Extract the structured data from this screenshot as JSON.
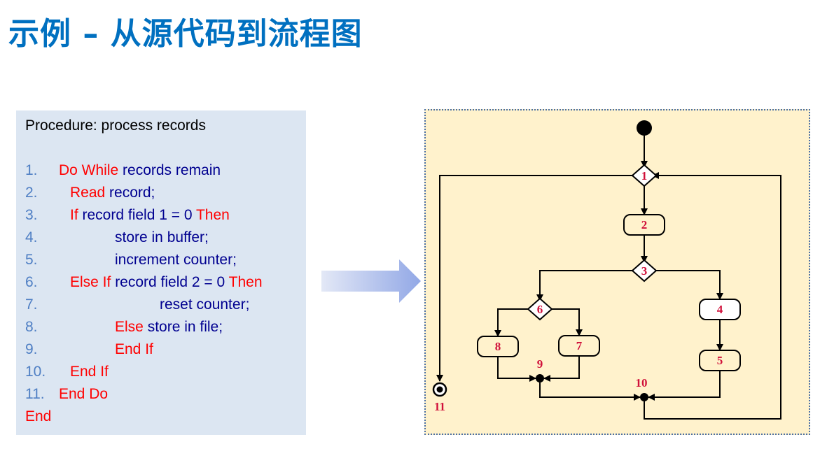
{
  "title": "示例 – 从源代码到流程图",
  "code": {
    "header": "Procedure: process records",
    "lines": [
      {
        "num": "1.",
        "indent": 0,
        "parts": [
          {
            "t": "kw",
            "s": "Do While"
          },
          {
            "t": "tx",
            "s": " records remain"
          }
        ]
      },
      {
        "num": "2.",
        "indent": 1,
        "parts": [
          {
            "t": "kw",
            "s": "Read"
          },
          {
            "t": "tx",
            "s": " record;"
          }
        ]
      },
      {
        "num": "3.",
        "indent": 1,
        "parts": [
          {
            "t": "kw",
            "s": "If"
          },
          {
            "t": "tx",
            "s": " record field 1 = 0 "
          },
          {
            "t": "kw",
            "s": "Then"
          }
        ]
      },
      {
        "num": "4.",
        "indent": 2,
        "parts": [
          {
            "t": "tx",
            "s": "store in buffer;"
          }
        ]
      },
      {
        "num": "5.",
        "indent": 2,
        "parts": [
          {
            "t": "tx",
            "s": "increment counter;"
          }
        ]
      },
      {
        "num": "6.",
        "indent": 1,
        "parts": [
          {
            "t": "kw",
            "s": "Else If"
          },
          {
            "t": "tx",
            "s": " record field 2 = 0 "
          },
          {
            "t": "kw",
            "s": "Then"
          }
        ]
      },
      {
        "num": "7.",
        "indent": 3,
        "parts": [
          {
            "t": "tx",
            "s": "reset counter;"
          }
        ]
      },
      {
        "num": "8.",
        "indent": 2,
        "parts": [
          {
            "t": "kw",
            "s": "Else"
          },
          {
            "t": "tx",
            "s": " store in file;"
          }
        ]
      },
      {
        "num": "9.",
        "indent": 2,
        "parts": [
          {
            "t": "kw",
            "s": "End If"
          }
        ]
      },
      {
        "num": "10.",
        "indent": 1,
        "parts": [
          {
            "t": "kw",
            "s": "End If"
          }
        ]
      },
      {
        "num": "11.",
        "indent": 0,
        "parts": [
          {
            "t": "kw",
            "s": "End Do"
          }
        ]
      },
      {
        "num": "",
        "indent": -1,
        "parts": [
          {
            "t": "kw",
            "s": "End"
          }
        ]
      }
    ]
  },
  "flowchart": {
    "nodes": [
      {
        "id": "start",
        "type": "start",
        "label": ""
      },
      {
        "id": "1",
        "type": "decision",
        "label": "1"
      },
      {
        "id": "2",
        "type": "process",
        "label": "2"
      },
      {
        "id": "3",
        "type": "decision",
        "label": "3"
      },
      {
        "id": "4",
        "type": "process",
        "label": "4"
      },
      {
        "id": "5",
        "type": "process",
        "label": "5"
      },
      {
        "id": "6",
        "type": "decision",
        "label": "6"
      },
      {
        "id": "7",
        "type": "process",
        "label": "7"
      },
      {
        "id": "8",
        "type": "process",
        "label": "8"
      },
      {
        "id": "9",
        "type": "junction",
        "label": "9"
      },
      {
        "id": "10",
        "type": "junction",
        "label": "10"
      },
      {
        "id": "11",
        "type": "end",
        "label": "11"
      }
    ],
    "edges": [
      [
        "start",
        "1"
      ],
      [
        "1",
        "2"
      ],
      [
        "1",
        "11"
      ],
      [
        "2",
        "3"
      ],
      [
        "3",
        "6"
      ],
      [
        "3",
        "4"
      ],
      [
        "4",
        "5"
      ],
      [
        "6",
        "8"
      ],
      [
        "6",
        "7"
      ],
      [
        "8",
        "9"
      ],
      [
        "7",
        "9"
      ],
      [
        "9",
        "10"
      ],
      [
        "5",
        "10"
      ],
      [
        "10",
        "1"
      ]
    ],
    "colors": {
      "label": "#d0103a",
      "background": "#fff2cc",
      "line": "#000000"
    }
  }
}
